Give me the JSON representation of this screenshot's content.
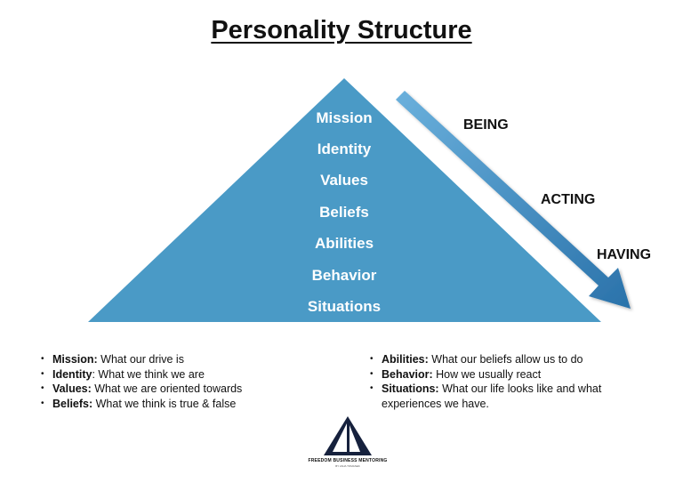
{
  "title": "Personality Structure",
  "colors": {
    "pyramid": "#4a9ac6",
    "arrow": "#2f7bb3",
    "arrow_light": "#6ab0dc"
  },
  "pyramid_levels": [
    "Mission",
    "Identity",
    "Values",
    "Beliefs",
    "Abilities",
    "Behavior",
    "Situations"
  ],
  "stages": [
    "BEING",
    "ACTING",
    "HAVING"
  ],
  "definitions_left": [
    {
      "term": "Mission:",
      "text": " What our drive is"
    },
    {
      "term": "Identity",
      "text": ": What we think we are"
    },
    {
      "term": "Values:",
      "text": " What we are oriented towards"
    },
    {
      "term": "Beliefs:",
      "text": " What we think is true & false"
    }
  ],
  "definitions_right": [
    {
      "term": "Abilities:",
      "text": " What our beliefs allow us to do"
    },
    {
      "term": "Behavior:",
      "text": " How we usually react"
    },
    {
      "term": "Situations:",
      "text": " What our life looks like and what experiences we have."
    }
  ],
  "logo": {
    "icon": "sailboat-triangle-icon",
    "name": "FREEDOM BUSINESS MENTORING",
    "tagline": "BY ANJA TOMASEK"
  }
}
